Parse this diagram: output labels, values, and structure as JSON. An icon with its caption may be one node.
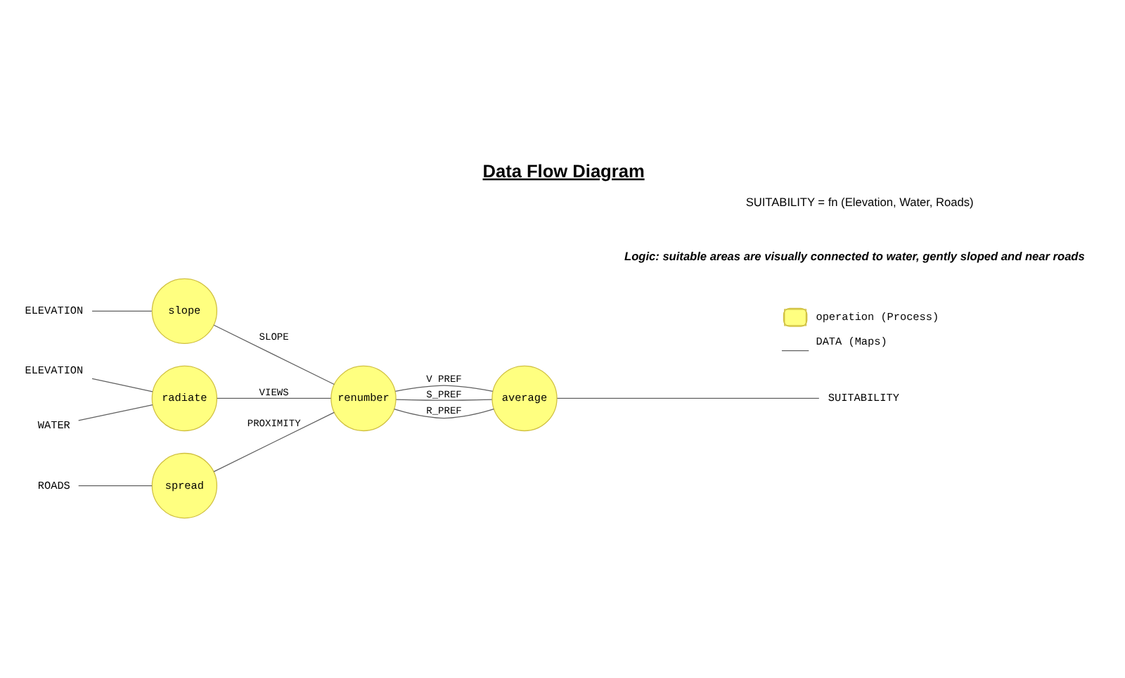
{
  "diagram": {
    "title": "Data Flow Diagram",
    "nodes": [
      {
        "text": [
          "WATER"
        ]
      },
      {
        "text": [
          "ELEVATION"
        ]
      },
      {
        "text": [
          "ELEVATION"
        ]
      },
      {
        "text": [
          "ROADS"
        ]
      },
      {
        "text": [
          "radiate"
        ]
      },
      {
        "text": [
          "slope"
        ]
      },
      {
        "text": [
          "spread"
        ]
      },
      {
        "text": [
          "renumber"
        ]
      },
      {
        "text": [
          "average"
        ]
      },
      {
        "text": [
          "SUITABILITY"
        ]
      }
    ],
    "edges": [
      {
        "from": 0,
        "to": 4,
        "arrow": "none"
      },
      {
        "from": 1,
        "to": 4,
        "arrow": "none"
      },
      {
        "from": 2,
        "to": 5,
        "arrow": "none"
      },
      {
        "from": 3,
        "to": 6,
        "arrow": "none"
      },
      {
        "from": 4,
        "to": 7,
        "arrow": "none",
        "label": "VIEWS"
      },
      {
        "from": 5,
        "to": 7,
        "arrow": "none",
        "label": "SLOPE"
      },
      {
        "from": 6,
        "to": 7,
        "arrow": "none",
        "label": "PROXIMITY"
      },
      {
        "from": 7,
        "to": 8,
        "arrow": "none",
        "label": "V PREF"
      },
      {
        "from": 7,
        "to": 8,
        "arrow": "none",
        "label": "S_PREF"
      },
      {
        "from": 7,
        "to": 8,
        "arrow": "none",
        "label": "R_PREF"
      },
      {
        "from": 8,
        "to": 9,
        "arrow": "none"
      }
    ],
    "labels": [
      "Logic: suitable areas are visually connected to water, gently sloped and near roads",
      "SUITABILITY = fn (Elevation, Water, Roads)"
    ],
    "legend": [
      {
        "text": "operation (Process)"
      },
      {
        "text": "DATA (Maps)"
      }
    ]
  }
}
